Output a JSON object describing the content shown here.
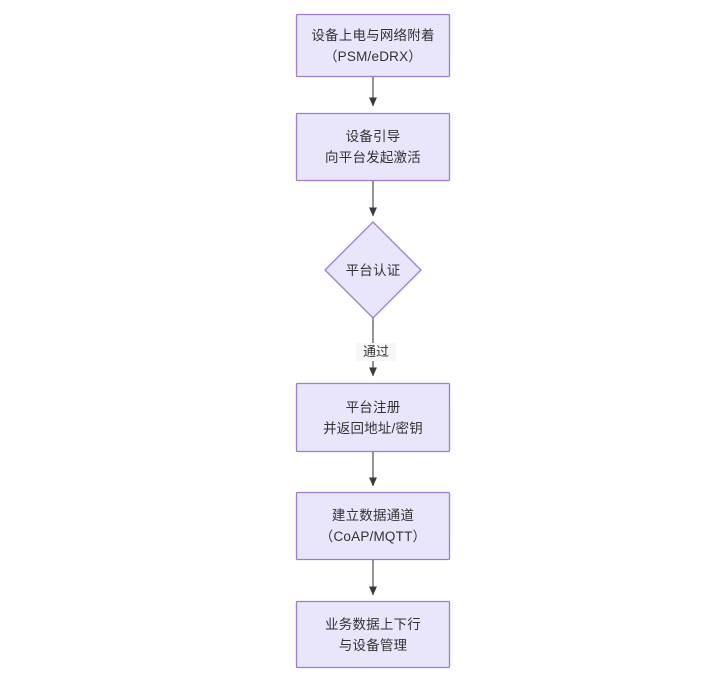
{
  "diagram": {
    "type": "flowchart",
    "orientation": "top-to-bottom",
    "title": "",
    "colors": {
      "node_fill": "#e9e6fb",
      "node_stroke": "#9f7ad0",
      "decision_fill": "#e9e6fb",
      "decision_stroke": "#9f7ad0",
      "edge_stroke": "#4d4d4d",
      "text": "#333333",
      "edge_label_bg": "#f7f7f7",
      "background": "#ffffff"
    },
    "nodes": [
      {
        "id": "n1",
        "shape": "rect",
        "lines": [
          "设备上电与网络附着",
          "（PSM/eDRX）"
        ]
      },
      {
        "id": "n2",
        "shape": "rect",
        "lines": [
          "设备引导",
          "向平台发起激活"
        ]
      },
      {
        "id": "n3",
        "shape": "diamond",
        "lines": [
          "平台认证"
        ]
      },
      {
        "id": "n4",
        "shape": "rect",
        "lines": [
          "平台注册",
          "并返回地址/密钥"
        ]
      },
      {
        "id": "n5",
        "shape": "rect",
        "lines": [
          "建立数据通道",
          "（CoAP/MQTT）"
        ]
      },
      {
        "id": "n6",
        "shape": "rect",
        "lines": [
          "业务数据上下行",
          "与设备管理"
        ]
      }
    ],
    "edges": [
      {
        "id": "e1",
        "from": "n1",
        "to": "n2",
        "label": ""
      },
      {
        "id": "e2",
        "from": "n2",
        "to": "n3",
        "label": ""
      },
      {
        "id": "e3",
        "from": "n3",
        "to": "n4",
        "label": "通过"
      },
      {
        "id": "e4",
        "from": "n4",
        "to": "n5",
        "label": ""
      },
      {
        "id": "e5",
        "from": "n5",
        "to": "n6",
        "label": ""
      }
    ]
  }
}
